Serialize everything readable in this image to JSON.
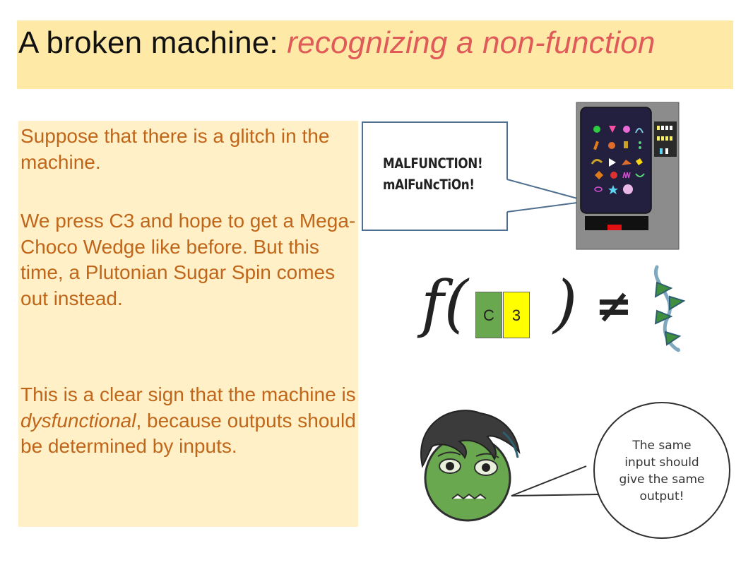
{
  "slide": {
    "title_main": "A broken machine: ",
    "title_sub": "recognizing a non-function"
  },
  "body": {
    "p1": "Suppose that there is a glitch in the machine.",
    "p2": "We press C3 and hope to get a Mega-Choco Wedge like before.  But this time, a Plutonian Sugar Spin comes out instead.",
    "p3_before": "This is a clear sign that the machine is ",
    "p3_em": "dysfunctional",
    "p3_after": ", because outputs should be determined by inputs."
  },
  "machine_callout": {
    "line1": "MALFUNCTION!",
    "line2": "mAlFuNcTiOn!"
  },
  "formula": {
    "function_open": "f(",
    "key_letter": "C",
    "key_number": "3",
    "function_close": ")",
    "not_equal": "≠"
  },
  "character_speech": {
    "line1": "The same",
    "line2": "input should",
    "line3": "give the same",
    "line4": "output!"
  },
  "colors": {
    "title_bar": "#ffe9a6",
    "title_sub": "#e05a5a",
    "body_text": "#c0661a",
    "panel": "#fff0c7",
    "key_c": "#6aa84f",
    "key_3": "#ffff00",
    "face": "#6aa84f"
  }
}
